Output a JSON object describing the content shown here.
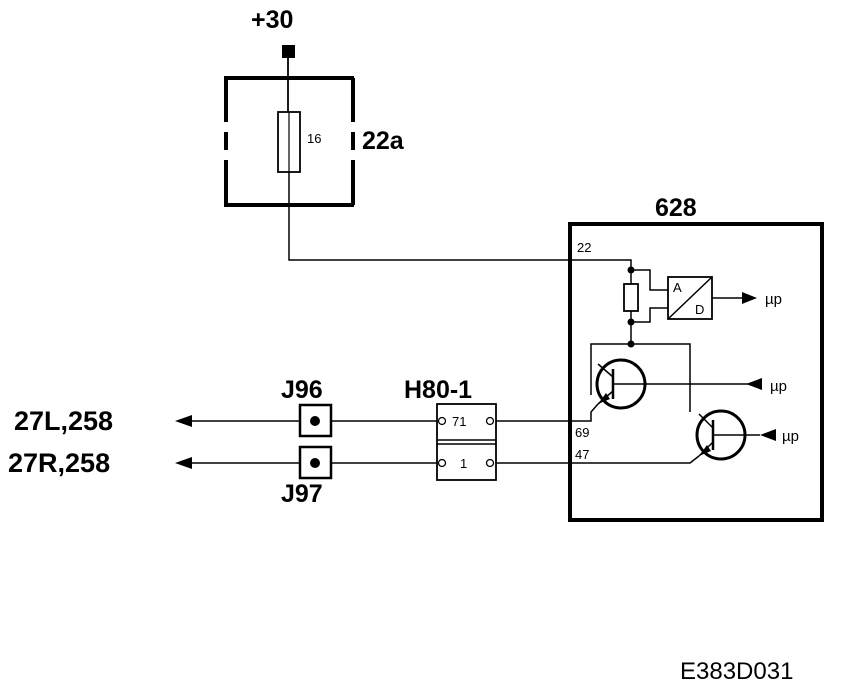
{
  "supply": {
    "label": "+30"
  },
  "fuse": {
    "value": "16",
    "ref": "22a"
  },
  "module": {
    "ref": "628",
    "pins": {
      "supply": "22",
      "left_out": "69",
      "right_out": "47"
    },
    "adc": {
      "a": "A",
      "d": "D"
    },
    "uP_labels": [
      "µp",
      "µp",
      "µp"
    ]
  },
  "connectors": {
    "j_left": "J96",
    "j_right": "J97",
    "h_block": "H80-1",
    "h_pin_top": "71",
    "h_pin_bottom": "1"
  },
  "outputs": {
    "left": "27L,258",
    "right": "27R,258"
  },
  "drawing_id": "E383D031"
}
